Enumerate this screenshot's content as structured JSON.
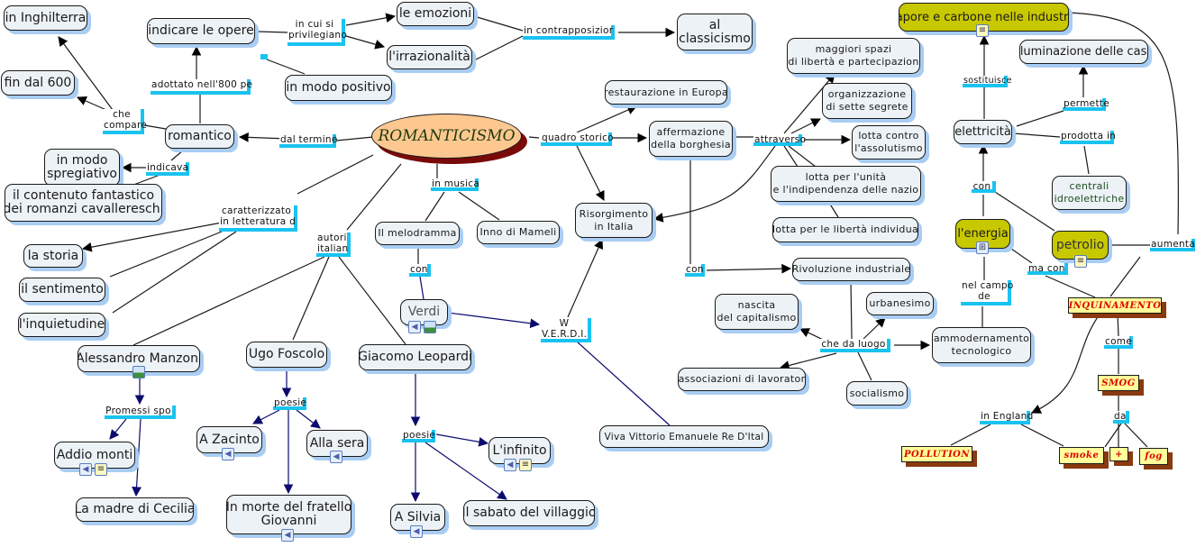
{
  "map_title": "ROMANTICISMO",
  "colors": {
    "concept_fill": "#ecf2f6",
    "concept_shadow": "#a9cdf2",
    "root_fill": "#fdc890",
    "root_shadow": "#7a0a0a",
    "olive_fill": "#c8c800",
    "highlight_fill": "#ffff99",
    "highlight_text": "#e00000",
    "link_label_underline": "#19c3f0",
    "link_line_dark": "#1a1a1a",
    "link_line_navy": "#0b0b6e"
  },
  "concepts": {
    "root": "ROMANTICISMO",
    "in_inghilterra": "in Inghilterra",
    "fin_dal_600": "fin dal 600",
    "indicare_le_opere": "indicare le opere",
    "le_emozioni": "le emozioni",
    "irrazionalita": "l'irrazionalità",
    "al_classicismo": "al\nclassicismo",
    "in_modo_positivo": "in modo positivo",
    "romantico": "romantico",
    "in_modo_spregiativo": "in modo\nspregiativo",
    "contenuto_fantastico": "il contenuto fantastico\ndei romanzi cavallereschi",
    "la_storia": "la storia",
    "il_sentimento": "il sentimento",
    "inquietudine": "l'inquietudine",
    "manzoni": "Alessandro Manzoni",
    "foscolo": "Ugo Foscolo",
    "leopardi": "Giacomo Leopardi",
    "addio_monti": "Addio monti",
    "madre_cecilia": "La madre di Cecilia",
    "a_zacinto": "A Zacinto",
    "alla_sera": "Alla sera",
    "in_morte": "In morte del fratello\nGiovanni",
    "l_infinito": "L'infinito",
    "a_silvia": "A Silvia",
    "sabato_villaggio": "Il sabato del villaggio",
    "melodramma": "Il melodramma",
    "inno_mameli": "Inno di Mameli",
    "verdi": "Verdi",
    "viva_vittorio": "Viva Vittorio Emanuele Re D'Ital",
    "restaurazione": "restaurazione in Europa",
    "risorgimento": "Risorgimento\nin Italia",
    "affermazione_borghesia": "affermazione\ndella borghesia",
    "maggiori_spazi": "maggiori spazi\ndi libertà e partecipazion",
    "sette_segrete": "organizzazione\ndi sette segrete",
    "lotta_assolutismo": "lotta contro\nl'assolutismo",
    "lotta_unita": "lotta per l'unità\ne l'indipendenza delle nazio",
    "lotta_liberta": "lotta per le libertà individua",
    "rivoluzione_industriale": "Rivoluzione industriale",
    "nascita_capitalismo": "nascita\ndel capitalismo",
    "urbanesimo": "urbanesimo",
    "ammodernamento": "ammodernamento\ntecnologico",
    "associazioni_lavoratori": "associazioni di lavorator",
    "socialismo": "socialismo",
    "vapore_carbone": "vapore e carbone nelle industrie",
    "illuminazione": "illuminazione delle case",
    "elettricita": "elettricità",
    "centrali": "centrali\nidroelettriche",
    "energia": "l'energia",
    "petrolio": "petrolio",
    "inquinamento": "INQUINAMENTO",
    "smog": "SMOG",
    "pollution": "POLLUTION",
    "smoke": "smoke",
    "plus": "+",
    "fog": "fog"
  },
  "link_labels": {
    "che_compare": "che\ncompare",
    "adottato": "adottato nell'800 pe",
    "in_cui_si": "in cui si\nprivilegiano",
    "in_contrapposizione": "in contrapposizior",
    "dal_termine": "dal termine",
    "indicava": "indicava",
    "caratterizzato": "caratterizzato\nin letteratura d",
    "autori_italiani": "autori\nitalian",
    "in_musica": "in musica",
    "con_verdi": "con",
    "quadro_storico": "quadro storico",
    "attraverso": "attraverso",
    "w_verdi": "W\nV.E.R.D.I.",
    "promessi_sposi": "Promessi spo",
    "poesie_foscolo": "poesie",
    "poesie_leopardi": "poesie",
    "con_riv": "con",
    "che_da_luogo": "che da luogo",
    "sostituisce": "sostituisce",
    "permette": "permette",
    "prodotta_in": "prodotta in",
    "con_energia": "con",
    "nel_campo": "nel campo\nde",
    "ma_con": "ma con",
    "aumenta": "aumenta",
    "come": "come",
    "in_england": "in England",
    "da": "da"
  },
  "resource_icons": {
    "sound": "sound-icon",
    "image": "image-icon",
    "document": "document-icon",
    "submap": "concept-map-icon"
  }
}
